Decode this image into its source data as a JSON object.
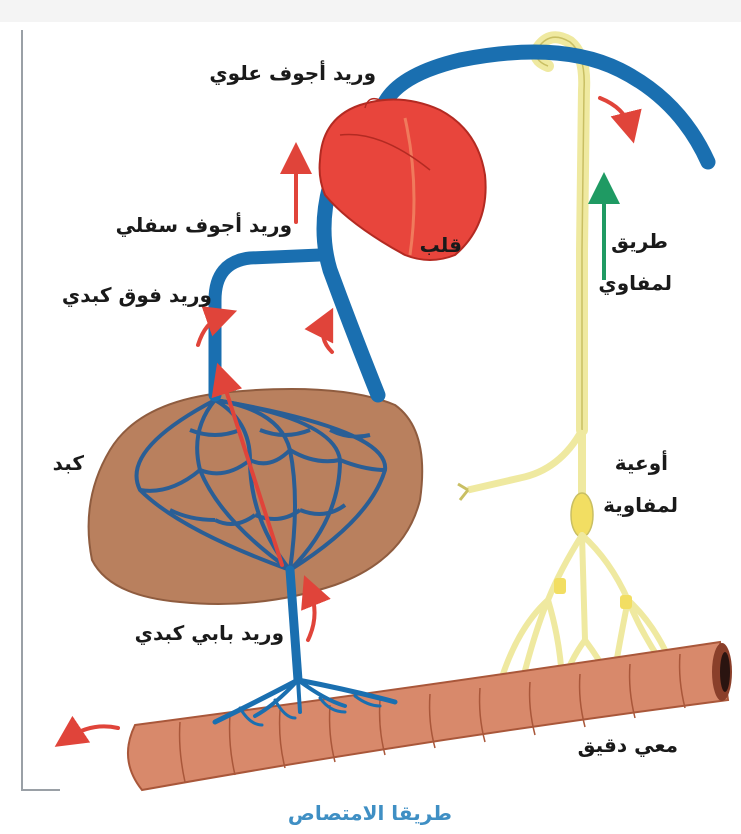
{
  "labels": {
    "svc": "وريد أجوف علوي",
    "ivc": "وريد أجوف سفلي",
    "hepatic_vein": "وريد فوق كبدي",
    "heart": "قلب",
    "liver": "كبد",
    "portal_vein": "وريد بابي كبدي",
    "lymph_path_line1": "طريق",
    "lymph_path_line2": "لمفاوي",
    "lymph_vessels_line1": "أوعية",
    "lymph_vessels_line2": "لمفاوية",
    "intestine": "معي دقيق"
  },
  "footer_title": "طريقا الامتصاص",
  "colors": {
    "vein": "#1a6fb0",
    "heart": "#e8453c",
    "liver": "#b9805e",
    "lymph": "#efe9a0",
    "intestine": "#d8896b",
    "flow_arrow": "#e0443a",
    "lymph_arrow": "#1f9a63",
    "title": "#3f8fc4"
  }
}
